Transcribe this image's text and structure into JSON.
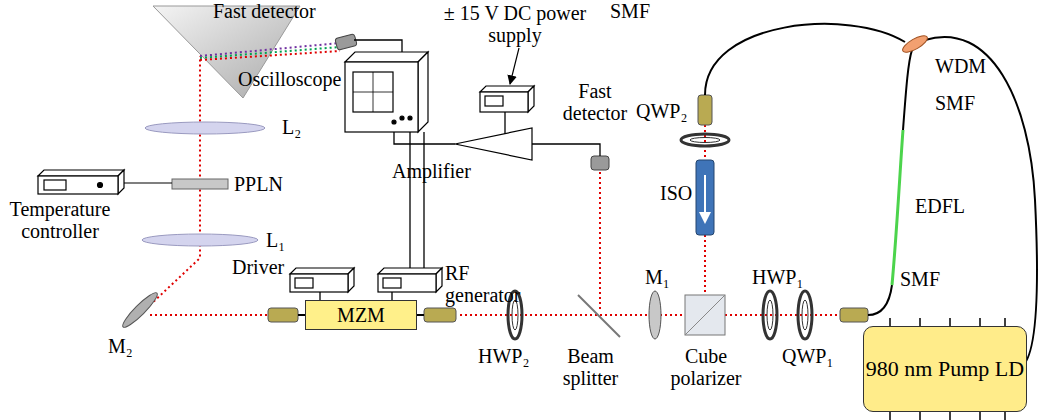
{
  "diagram": {
    "nodes": [
      {
        "text": [
          "MZM"
        ]
      },
      {
        "text": [
          "980 nm Pump LD"
        ]
      }
    ],
    "labels": [
      "Fast detector",
      "± 15 V DC power supply",
      "SMF",
      "Oscilloscope",
      "Fast detector",
      "QWP₂",
      "WDM",
      "SMF",
      "ISO",
      "Temperature controller",
      "PPLN",
      "L₂",
      "L₁",
      "Driver",
      "Amplifier",
      "RF generator",
      "EDFL",
      "M₁",
      "HWP₁",
      "SMF",
      "M₂",
      "HWP₂",
      "Beam splitter",
      "Cube polarizer",
      "QWP₁"
    ]
  }
}
